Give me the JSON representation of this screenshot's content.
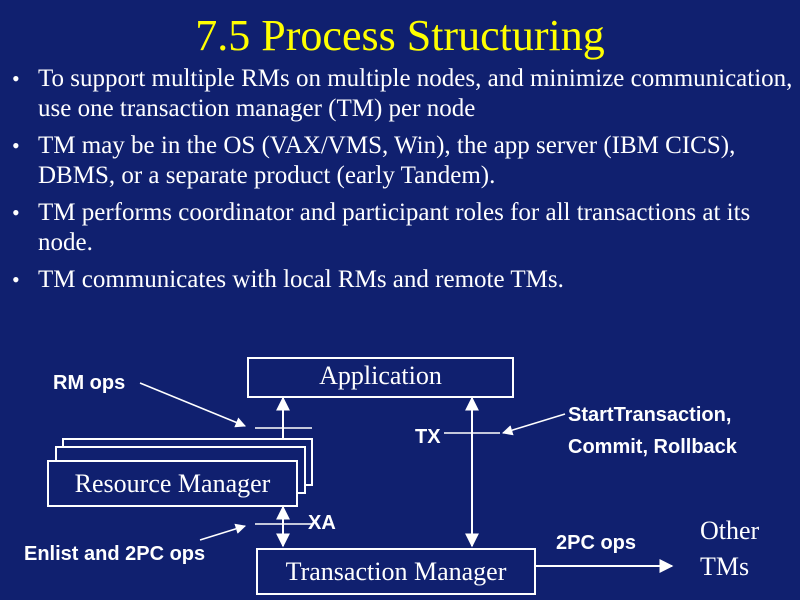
{
  "slide": {
    "title": "7.5 Process Structuring",
    "bullets": [
      "To support multiple RMs on multiple nodes, and minimize communication, use one transaction manager (TM) per node",
      "TM may be in the OS (VAX/VMS, Win), the app server (IBM CICS), DBMS, or a separate product (early Tandem).",
      "TM performs coordinator and participant roles for all transactions at its node.",
      "TM communicates with local RMs and remote TMs."
    ]
  },
  "diagram": {
    "application": "Application",
    "resource_manager": "Resource Manager",
    "transaction_manager": "Transaction Manager",
    "rm_ops": "RM ops",
    "tx": "TX",
    "start_commit_line1": "StartTransaction,",
    "start_commit_line2": "Commit, Rollback",
    "xa": "XA",
    "enlist": "Enlist and 2PC ops",
    "twopc": "2PC ops",
    "other_tms_line1": "Other",
    "other_tms_line2": "TMs"
  },
  "colors": {
    "background": "#10206f",
    "title": "#ffff00",
    "text": "#ffffff"
  }
}
